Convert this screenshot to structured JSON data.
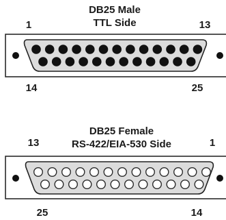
{
  "connectors": [
    {
      "title_line1": "DB25 Male",
      "title_line2": "TTL Side",
      "top_left_pin": "1",
      "top_right_pin": "13",
      "bottom_left_pin": "14",
      "bottom_right_pin": "25",
      "gender": "male",
      "top_row_pin_count": 13,
      "bottom_row_pin_count": 12
    },
    {
      "title_line1": "DB25 Female",
      "title_line2": "RS-422/EIA-530 Side",
      "top_left_pin": "13",
      "top_right_pin": "1",
      "bottom_left_pin": "25",
      "bottom_right_pin": "14",
      "gender": "female",
      "top_row_pin_count": 13,
      "bottom_row_pin_count": 12
    }
  ]
}
